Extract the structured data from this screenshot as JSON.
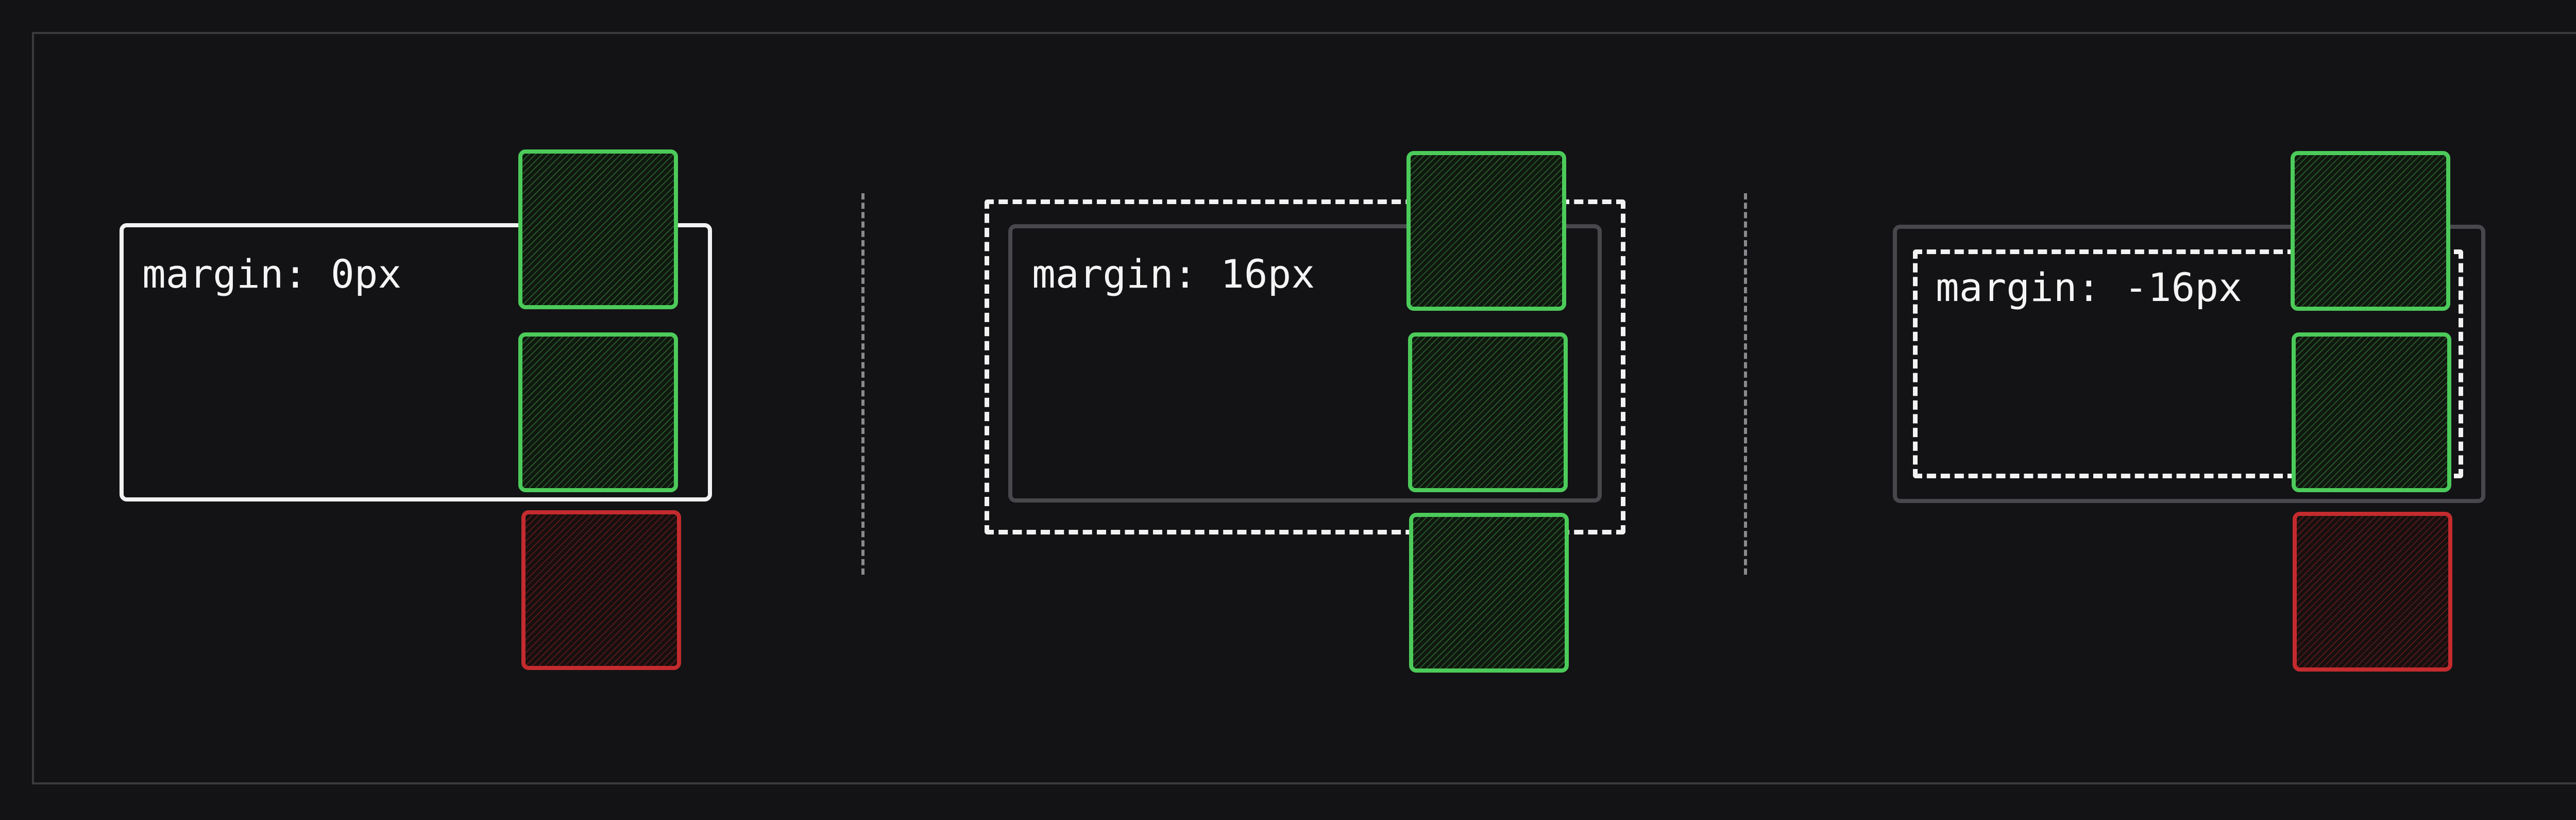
{
  "panels": [
    {
      "label": "margin: 0px"
    },
    {
      "label": "margin: 16px"
    },
    {
      "label": "margin: -16px"
    }
  ],
  "colors": {
    "background": "#131315",
    "frame": "#3a3a3d",
    "text": "#f4f4f4",
    "container_active": "#f2f2f2",
    "container_inactive": "#48484c",
    "square_inside": "#4ccb5a",
    "square_outside": "#c42b2e",
    "divider": "#8a8a8e"
  },
  "legend_meaning": []
}
